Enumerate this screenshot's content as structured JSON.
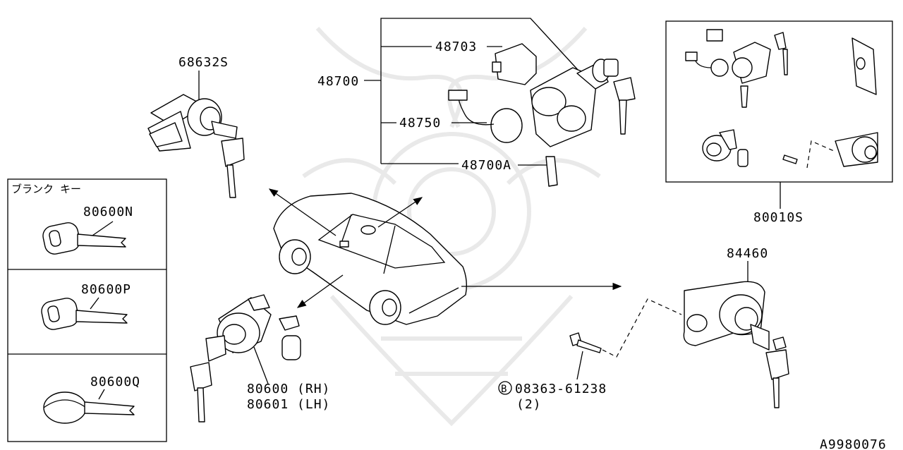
{
  "diagram_code": "A9980076",
  "blank_key_panel": {
    "title": "ブランク キー",
    "keys": [
      {
        "part_no": "80600N"
      },
      {
        "part_no": "80600P"
      },
      {
        "part_no": "80600Q"
      }
    ]
  },
  "callouts": {
    "trunk_lock_upper": "68632S",
    "steering_lock_set": "48700",
    "lock_cylinder_cover": "48703",
    "ignition_switch": "48750",
    "screw": "48700A",
    "lock_set_kit": "80010S",
    "trunk_lock": "84460",
    "door_lock_rh": "80600 (RH)",
    "door_lock_lh": "80601 (LH)",
    "bolt_marker": "B",
    "bolt": "08363-61238",
    "bolt_qty": "(2)"
  },
  "colors": {
    "line": "#000000",
    "background": "#ffffff",
    "watermark": "#e9e9e9"
  }
}
